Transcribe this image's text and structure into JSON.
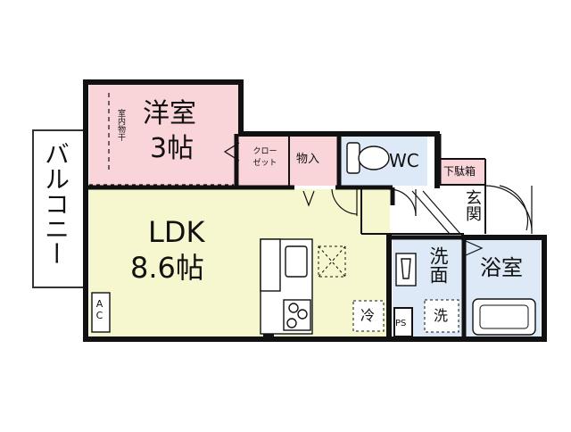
{
  "rooms": {
    "western": {
      "name": "洋室",
      "size": "3帖",
      "color": "#f9d4d8"
    },
    "indoor_drying": {
      "label": "室内物干"
    },
    "closet": {
      "label": "クロー\nゼット",
      "color": "#f9d4d8"
    },
    "storage": {
      "label": "物入",
      "color": "#f9d4d8"
    },
    "wc": {
      "label": "WC",
      "color": "#dde9f7"
    },
    "shoe_box": {
      "label": "下駄箱",
      "color": "#f9d4d8"
    },
    "entrance": {
      "label": "玄関"
    },
    "ldk": {
      "name": "LDK",
      "size": "8.6帖",
      "color": "#f6f6cf"
    },
    "washroom": {
      "label": "洗面",
      "color": "#dde9f7"
    },
    "bathroom": {
      "label": "浴室",
      "color": "#dde9f7"
    },
    "balcony": {
      "label": "バルコニー"
    }
  },
  "fixtures": {
    "ac": "AC",
    "fridge": "冷",
    "washer": "洗",
    "ps": "PS"
  }
}
